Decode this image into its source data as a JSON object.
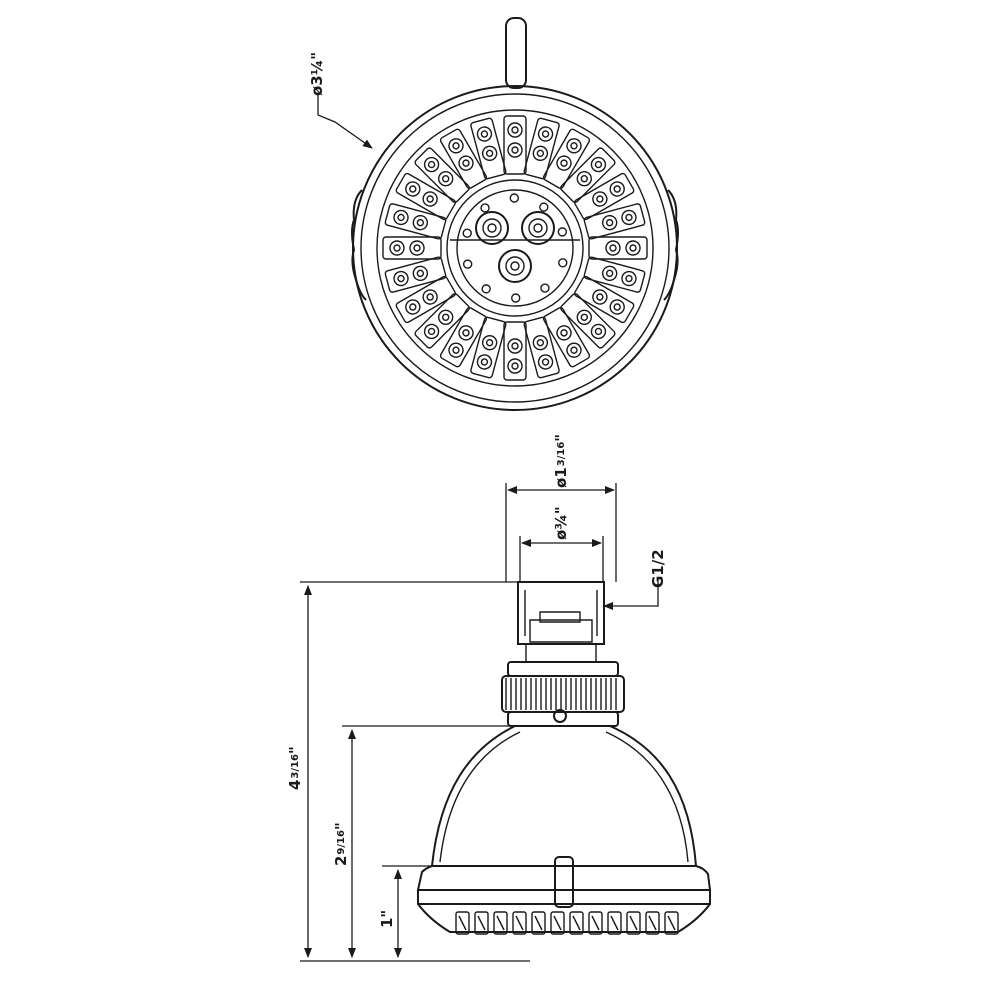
{
  "top_view": {
    "callout_dim": "ø3¼\""
  },
  "side_view": {
    "neck_outer_dim_prefix": "ø1",
    "neck_outer_dim_frac": "3/16",
    "neck_inner_dim": "ø¾\"",
    "thread_label": "G1/2",
    "overall_height_prefix": "4",
    "overall_height_frac": "3/16",
    "dome_height_prefix": "2",
    "dome_height_frac": "9/16",
    "rim_height": "1\""
  }
}
